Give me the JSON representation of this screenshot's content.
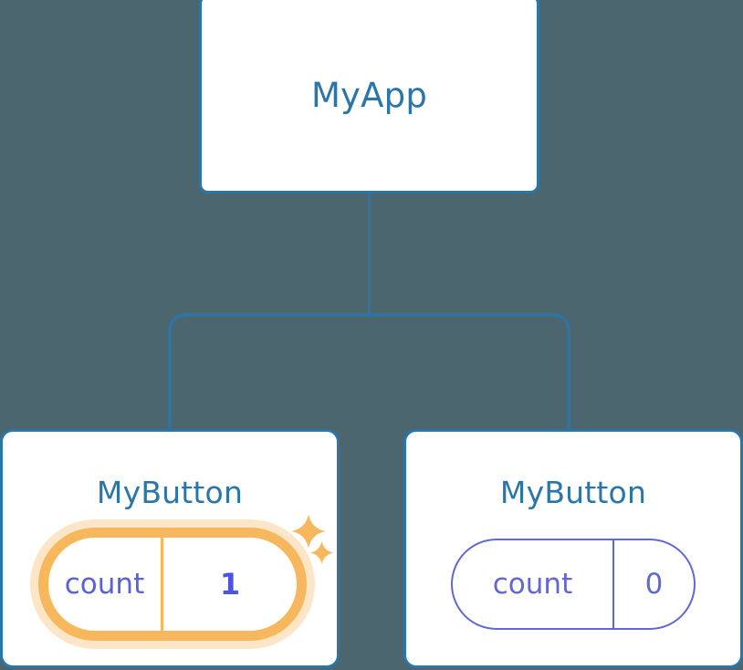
{
  "diagram": {
    "type": "component-tree",
    "background_color": "#4c6670",
    "node_border_color": "#2b76a8",
    "node_label_color": "#2b76a8",
    "edge_color": "#2b76a8",
    "state_color": "#6168d6",
    "highlight_color": "#f7b75c",
    "highlight_glow_color": "#fadfb4"
  },
  "root": {
    "label": "MyApp"
  },
  "children": [
    {
      "label": "MyButton",
      "state": {
        "key": "count",
        "value": "1",
        "changed": true,
        "sparkle_icons": [
          "sparkle-large-icon",
          "sparkle-small-icon"
        ]
      }
    },
    {
      "label": "MyButton",
      "state": {
        "key": "count",
        "value": "0",
        "changed": false
      }
    }
  ]
}
